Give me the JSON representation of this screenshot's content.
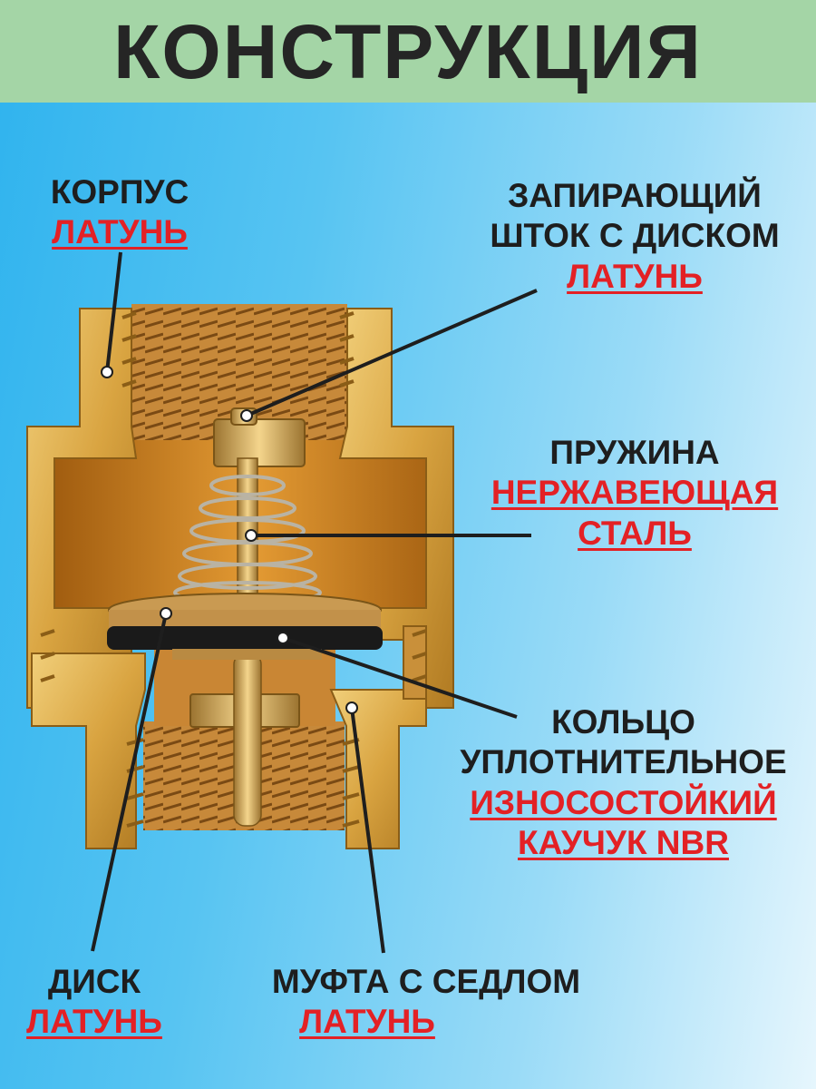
{
  "header": {
    "title": "КОНСТРУКЦИЯ"
  },
  "labels": {
    "body": {
      "name": "КОРПУС",
      "material": "ЛАТУНЬ"
    },
    "stem": {
      "name_line1": "ЗАПИРАЮЩИЙ",
      "name_line2": "ШТОК С ДИСКОМ",
      "material": "ЛАТУНЬ"
    },
    "spring": {
      "name": "ПРУЖИНА",
      "material_line1": "НЕРЖАВЕЮЩАЯ",
      "material_line2": "СТАЛЬ"
    },
    "ring": {
      "name_line1": "КОЛЬЦО",
      "name_line2": "УПЛОТНИТЕЛЬНОЕ",
      "material_line1": "ИЗНОСОСТОЙКИЙ",
      "material_line2": "КАУЧУК NBR"
    },
    "disk": {
      "name": "ДИСК",
      "material": "ЛАТУНЬ"
    },
    "coupling": {
      "name": "МУФТА С СЕДЛОМ",
      "material": "ЛАТУНЬ"
    }
  },
  "colors": {
    "header_bg": "#a4d5a6",
    "accent_red": "#e32125",
    "brass": "#d9a441",
    "rubber": "#1a1a1a",
    "text": "#1e1e1e"
  }
}
